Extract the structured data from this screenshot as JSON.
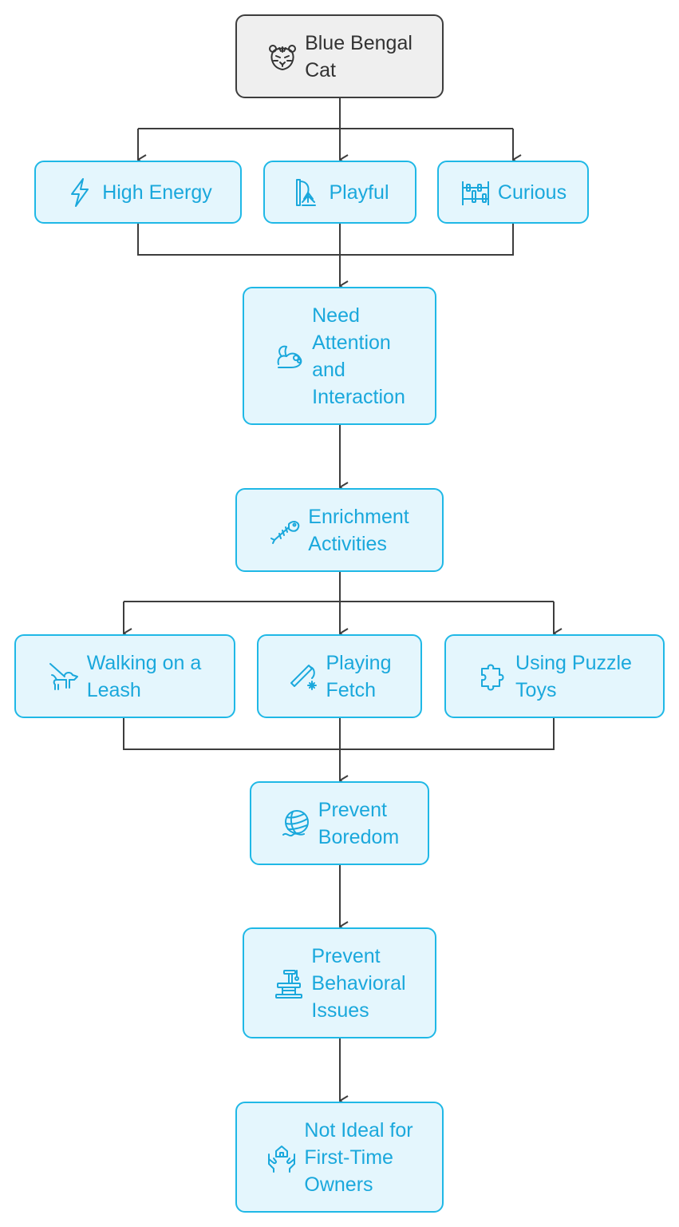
{
  "colors": {
    "accent": "#1fb8e6",
    "node_fill": "#e4f6fd",
    "text": "#1aa8dc",
    "root_border": "#3d3d3d",
    "root_fill": "#efefef",
    "root_text": "#333333",
    "connector": "#3d3d3d"
  },
  "nodes": {
    "root": {
      "label": "Blue Bengal\nCat",
      "icon": "tiger-face-icon"
    },
    "high_energy": {
      "label": "High Energy",
      "icon": "lightning-bolt-icon"
    },
    "playful": {
      "label": "Playful",
      "icon": "cat-wand-toy-icon"
    },
    "curious": {
      "label": "Curious",
      "icon": "abacus-icon"
    },
    "need_attention": {
      "label": "Need\nAttention\nand\nInteraction",
      "icon": "toy-mouse-icon"
    },
    "enrichment": {
      "label": "Enrichment\nActivities",
      "icon": "fish-bone-icon"
    },
    "walking": {
      "label": "Walking on a\nLeash",
      "icon": "pet-on-leash-icon"
    },
    "fetch": {
      "label": "Playing\nFetch",
      "icon": "wand-sparkle-icon"
    },
    "puzzle": {
      "label": "Using Puzzle\nToys",
      "icon": "puzzle-piece-icon"
    },
    "prevent_boredom": {
      "label": "Prevent\nBoredom",
      "icon": "yarn-ball-icon"
    },
    "prevent_behavioral": {
      "label": "Prevent\nBehavioral\nIssues",
      "icon": "cat-tree-icon"
    },
    "not_ideal": {
      "label": "Not Ideal for\nFirst-Time\nOwners",
      "icon": "hands-house-icon"
    }
  }
}
